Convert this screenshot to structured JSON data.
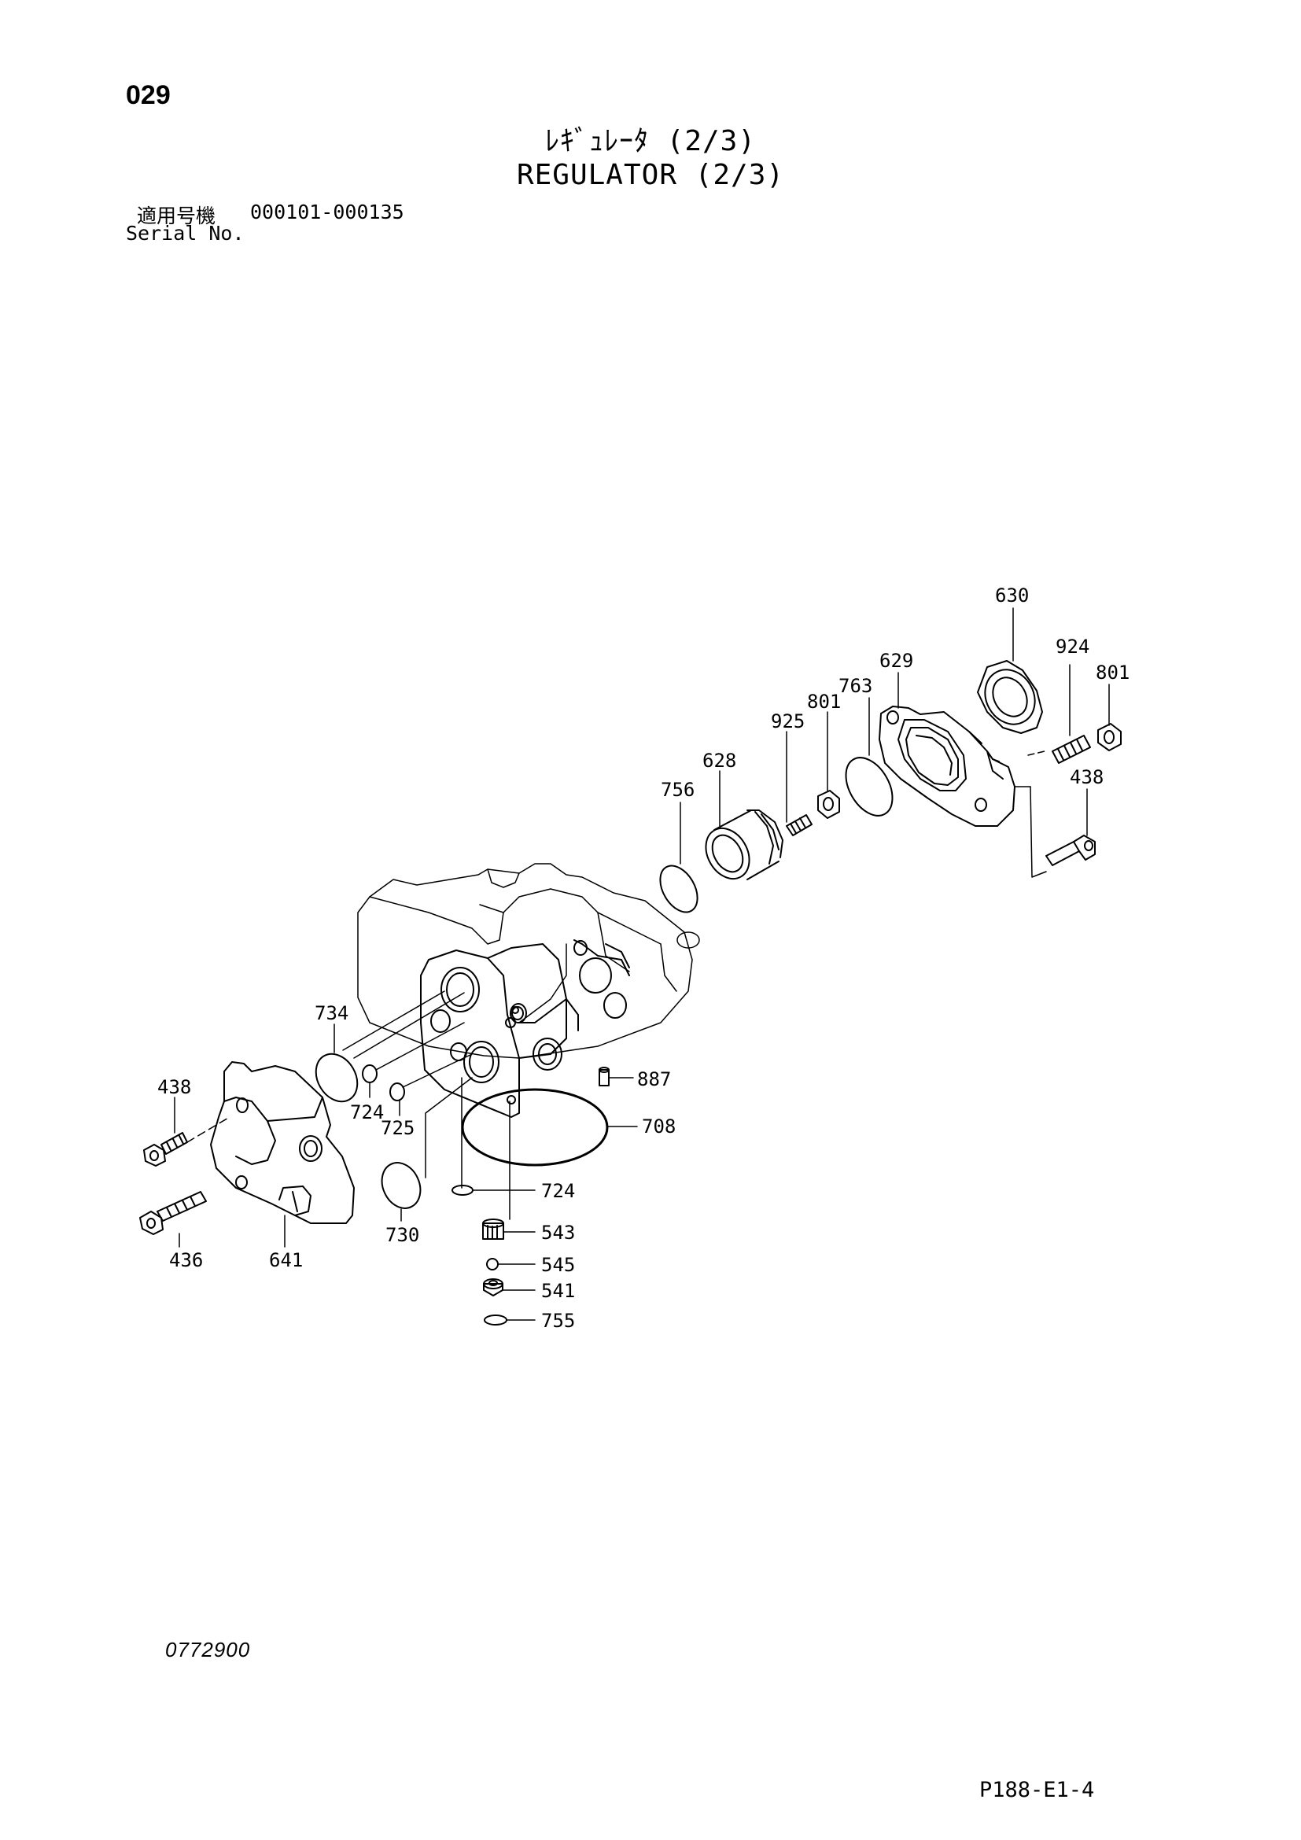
{
  "header": {
    "page_number": "029",
    "title_jp": "ﾚｷﾞｭﾚｰﾀ (2/3)",
    "title_en": "REGULATOR (2/3)",
    "serial_label_jp": "適用号機",
    "serial_range": "000101-000135",
    "serial_label_en": "Serial No."
  },
  "footer": {
    "drawing_number": "0772900",
    "page_code": "P188-E1-4"
  },
  "parts": {
    "p630": "630",
    "p924": "924",
    "p801a": "801",
    "p629": "629",
    "p763": "763",
    "p801b": "801",
    "p925": "925",
    "p628": "628",
    "p438a": "438",
    "p756": "756",
    "p734": "734",
    "p887": "887",
    "p438b": "438",
    "p724a": "724",
    "p725": "725",
    "p708": "708",
    "p724b": "724",
    "p730": "730",
    "p543": "543",
    "p436": "436",
    "p641": "641",
    "p545": "545",
    "p541": "541",
    "p755": "755"
  }
}
